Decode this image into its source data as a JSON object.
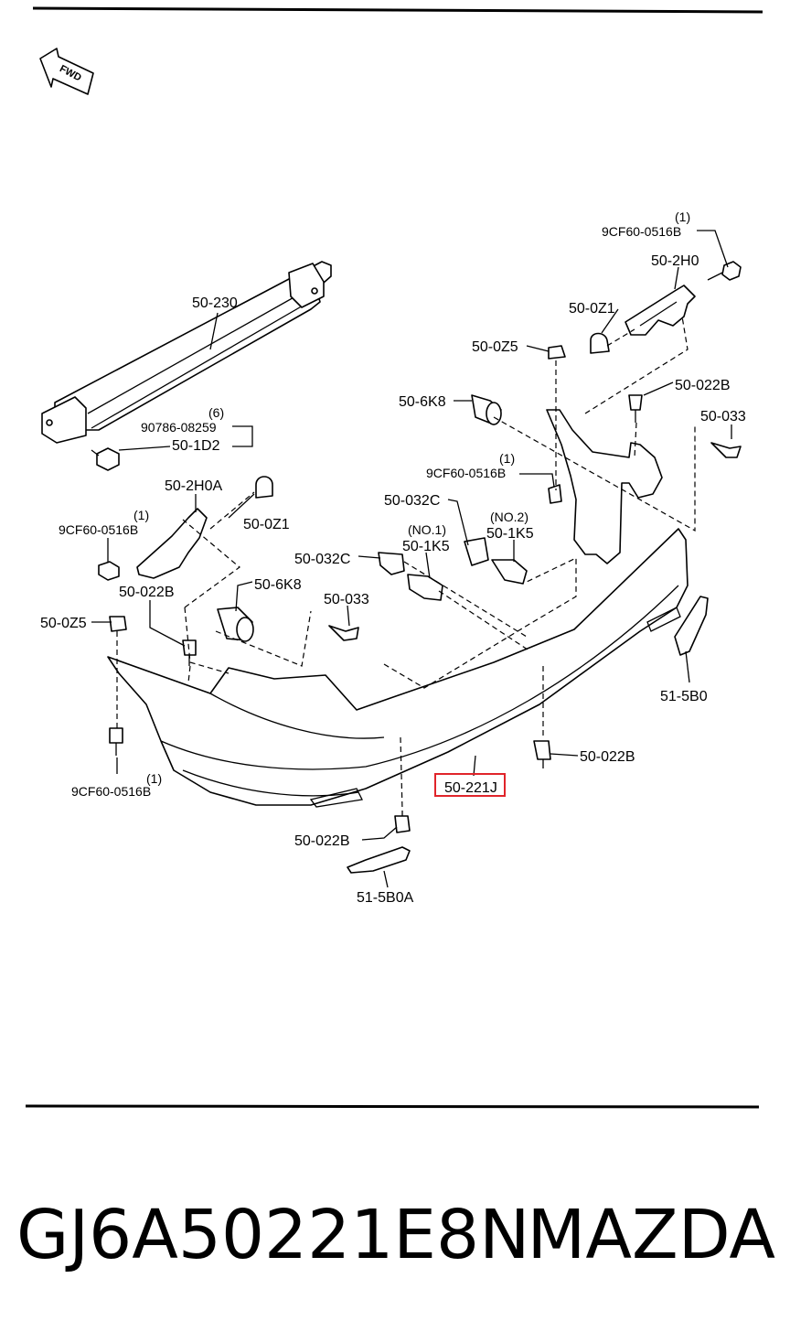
{
  "direction_indicator": "FWD",
  "labels": {
    "qty_top_right": "(1)",
    "bolt_top_right": "9CF60-0516B",
    "bracket_right": "50-2H0",
    "clip_0z1_right": "50-0Z1",
    "reinforcement": "50-230",
    "clip_0z5_upper": "50-0Z5",
    "qty_bolt_group": "(6)",
    "bolt_group": "90786-08259",
    "bolt_1d2": "50-1D2",
    "pin_022b_right": "50-022B",
    "stopper_6k8_upper": "50-6K8",
    "screw_033_right": "50-033",
    "qty_center_bolt": "(1)",
    "bolt_center": "9CF60-0516B",
    "bracket_left": "50-2H0A",
    "qty_left_bolt": "(1)",
    "bolt_left": "9CF60-0516B",
    "clip_0z1_left": "50-0Z1",
    "nut_032c_upper": "50-032C",
    "no2": "(NO.2)",
    "retainer_no2": "50-1K5",
    "no1": "(NO.1)",
    "retainer_no1": "50-1K5",
    "nut_032c_left": "50-032C",
    "stopper_6k8_lower": "50-6K8",
    "pin_022b_left": "50-022B",
    "screw_033_lower": "50-033",
    "clip_0z5_left": "50-0Z5",
    "reflector_right": "51-5B0",
    "pin_022b_lower_right": "50-022B",
    "qty_bottom_bolt": "(1)",
    "bolt_bottom": "9CF60-0516B",
    "bumper_cover": "50-221J",
    "pin_022b_bottom": "50-022B",
    "reflector_left": "51-5B0A"
  },
  "highlight_color": "#e0242a",
  "footer": {
    "part_number": "GJ6A50221E8N",
    "brand": "MAZDA"
  }
}
